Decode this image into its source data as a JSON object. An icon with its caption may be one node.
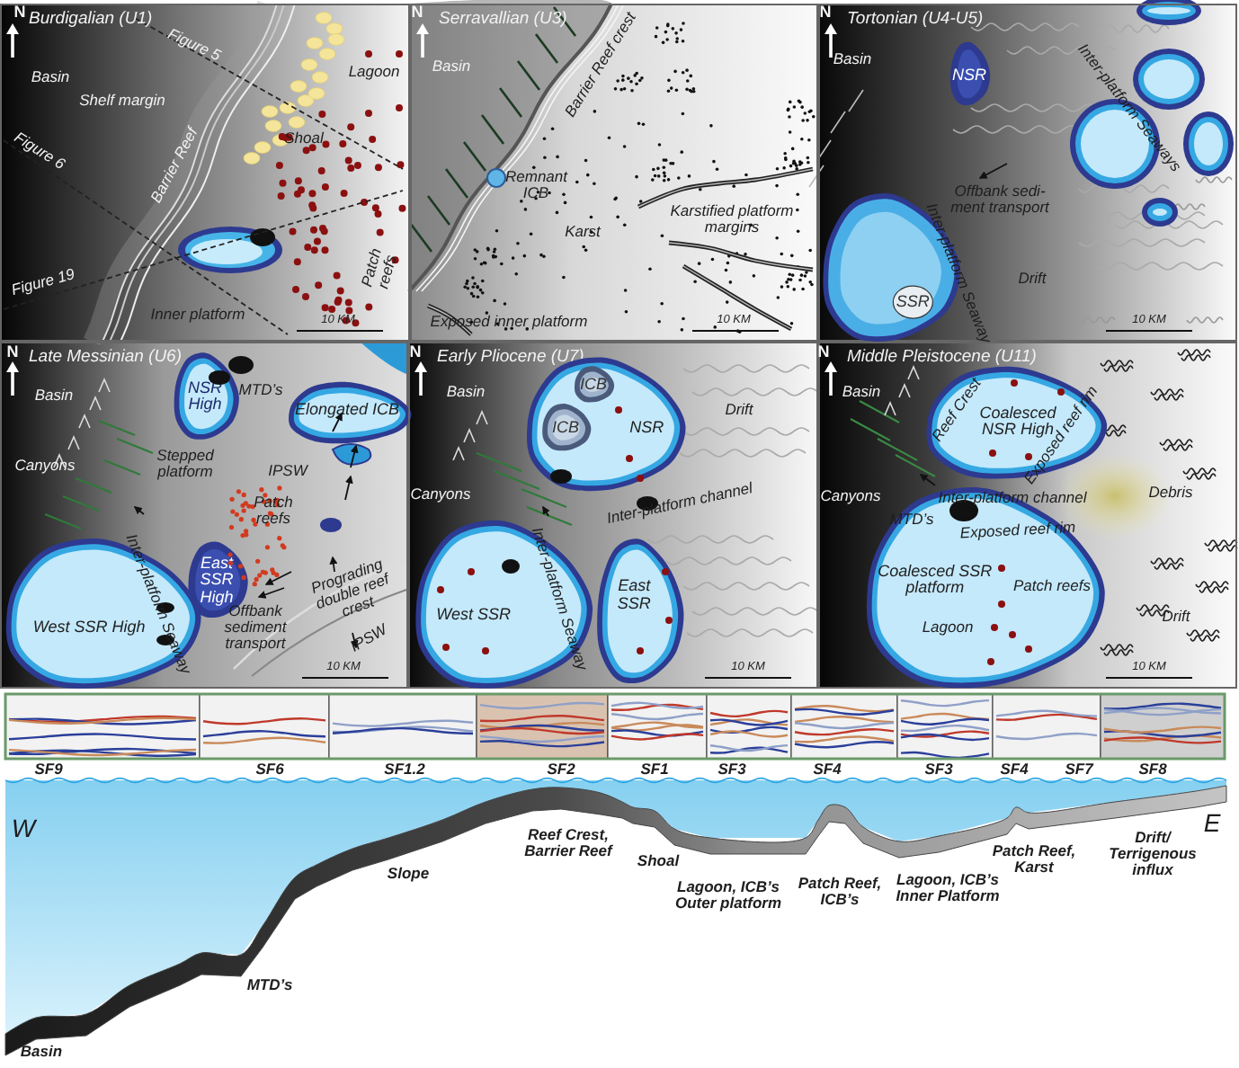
{
  "diagram": {
    "nodes": [
      {
        "text": [
          "Burdigalian (U1)"
        ]
      },
      {
        "text": [
          "Serravallian (U3)"
        ]
      },
      {
        "text": [
          "Tortonian (U4-U5)"
        ]
      },
      {
        "text": [
          "Late Messinian (U6)"
        ]
      },
      {
        "text": [
          "Early Pliocene (U7)"
        ]
      },
      {
        "text": [
          "Middle Pleistocene (U11)"
        ]
      },
      {
        "text": [
          "NSR"
        ],
        "in": 2
      },
      {
        "text": [
          "SSR"
        ],
        "in": 2
      },
      {
        "text": [
          "NSR High"
        ],
        "in": 3
      },
      {
        "text": [
          "Elongated ICB"
        ],
        "in": 3
      },
      {
        "text": [
          "East SSR High"
        ],
        "in": 3
      },
      {
        "text": [
          "West SSR High"
        ],
        "in": 3
      },
      {
        "text": [
          "NSR"
        ],
        "in": 4
      },
      {
        "text": [
          "ICB"
        ],
        "in": 12
      },
      {
        "text": [
          "ICB"
        ],
        "in": 12
      },
      {
        "text": [
          "East SSR"
        ],
        "in": 4
      },
      {
        "text": [
          "West SSR"
        ],
        "in": 4
      },
      {
        "text": [
          "Coalesced NSR High"
        ],
        "in": 5
      },
      {
        "text": [
          "Coalesced SSR platform"
        ],
        "in": 5
      }
    ],
    "labels": [
      "N",
      "Basin",
      "Shelf margin",
      "Figure 5",
      "Lagoon",
      "Figure 6",
      "Barrier Reef",
      "Shoal",
      "Patch reefs",
      "Figure 19",
      "Inner platform",
      "10 KM",
      "N",
      "Basin",
      "Barrier Reef crest",
      "Remnant ICB",
      "Karst",
      "Karstified platform margins",
      "Exposed inner platform",
      "10 KM",
      "N",
      "Basin",
      "Inter-platform Seaways",
      "Offbank sedi- ment transport",
      "Inter-platform Seaway",
      "Drift",
      "10 KM",
      "N",
      "Basin",
      "MTD’s",
      "Canyons",
      "Stepped platform",
      "IPSW",
      "Patch reefs",
      "Inter-platform Seaway",
      "Offbank sediment transport",
      "Prograding double reef crest",
      "IPSW",
      "10 KM",
      "N",
      "Basin",
      "Drift",
      "Canyons",
      "Inter-platform channel",
      "Inter-platform Seaway",
      "10 KM",
      "N",
      "Basin",
      "Reef Crest",
      "Exposed reef rim",
      "Canyons",
      "Inter-platform channel",
      "Debris",
      "MTD’s",
      "Exposed reef rim",
      "Patch reefs",
      "Lagoon",
      "Drift",
      "10 KM",
      "SF9",
      "SF6",
      "SF1.2",
      "SF2",
      "SF1",
      "SF3",
      "SF4",
      "SF3",
      "SF4",
      "SF7",
      "SF8",
      "W",
      "Reef Crest, Barrier Reef",
      "Slope",
      "Shoal",
      "Lagoon, ICB’s Outer platform",
      "Patch Reef, ICB’s",
      "Lagoon, ICB’s Inner Platform",
      "Patch Reef, Karst",
      "Drift/ Terrigenous influx",
      "E",
      "MTD’s",
      "Basin"
    ]
  }
}
